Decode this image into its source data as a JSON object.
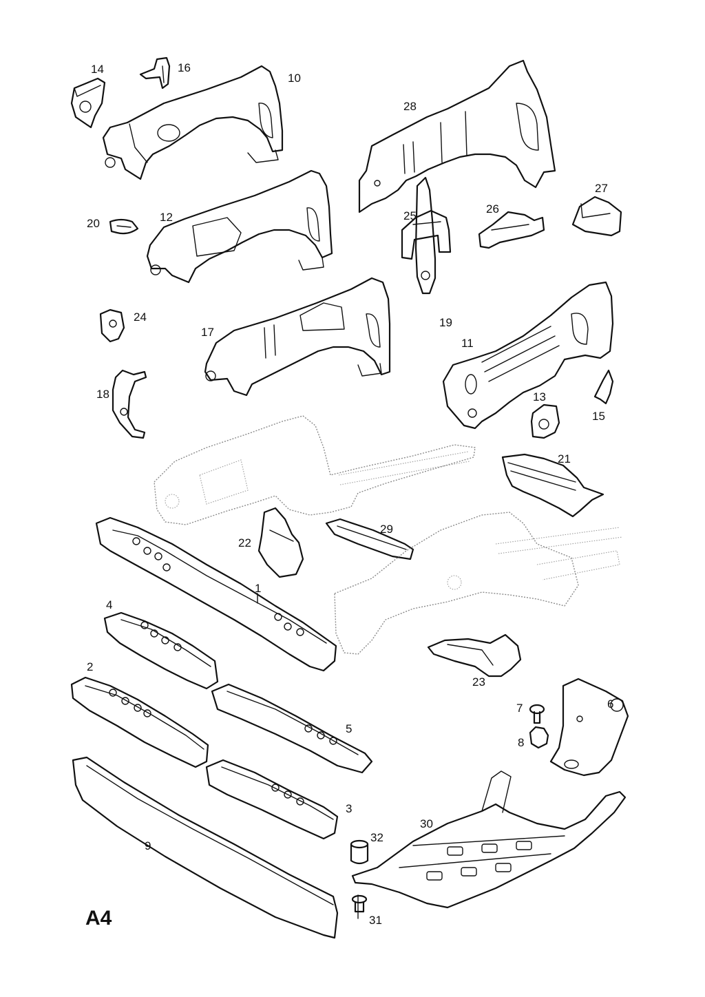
{
  "sheet": {
    "label": "A4"
  },
  "callouts": [
    "1",
    "2",
    "3",
    "4",
    "5",
    "6",
    "7",
    "8",
    "9",
    "10",
    "11",
    "12",
    "13",
    "14",
    "15",
    "16",
    "17",
    "18",
    "19",
    "20",
    "21",
    "22",
    "23",
    "24",
    "25",
    "26",
    "27",
    "28",
    "29",
    "30",
    "31",
    "32"
  ]
}
